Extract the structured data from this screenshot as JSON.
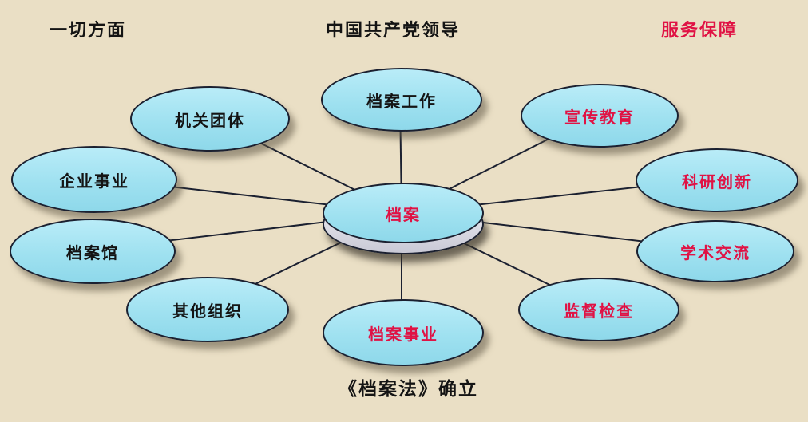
{
  "captions": {
    "top_left": "一切方面",
    "top_center": "中国共产党领导",
    "top_right": "服务保障",
    "bottom": "《档案法》确立"
  },
  "center": {
    "label": "档案"
  },
  "nodes": [
    {
      "label": "机关团体",
      "text_color": "ink"
    },
    {
      "label": "企业事业",
      "text_color": "ink"
    },
    {
      "label": "档案馆",
      "text_color": "ink"
    },
    {
      "label": "其他组织",
      "text_color": "ink"
    },
    {
      "label": "档案工作",
      "text_color": "ink"
    },
    {
      "label": "宣传教育",
      "text_color": "red"
    },
    {
      "label": "科研创新",
      "text_color": "red"
    },
    {
      "label": "学术交流",
      "text_color": "red"
    },
    {
      "label": "监督检查",
      "text_color": "red"
    },
    {
      "label": "档案事业",
      "text_color": "red"
    }
  ],
  "colors": {
    "bg": "#eadfc5",
    "node_fill": "#9fe1f0",
    "line": "#1b2030",
    "ink": "#141414",
    "red": "#e01244"
  }
}
